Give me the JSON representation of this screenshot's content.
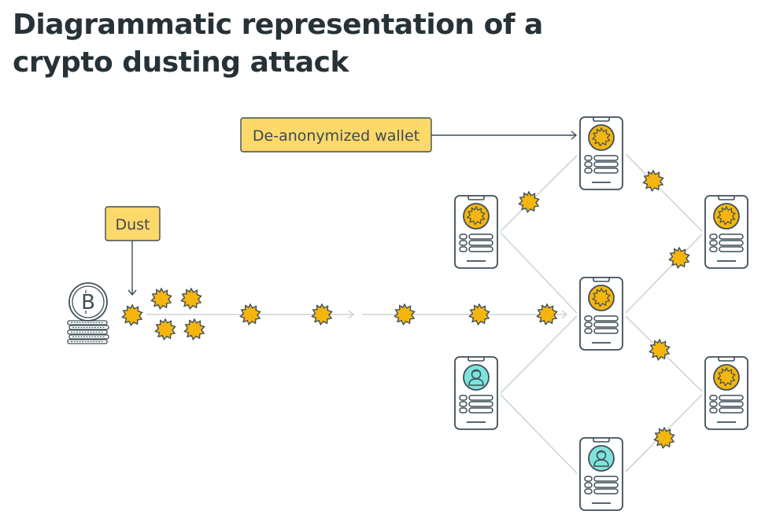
{
  "title": "Diagrammatic representation of a crypto dusting attack",
  "labels": {
    "dust": "Dust",
    "deanonymized_wallet": "De-anonymized wallet"
  },
  "colors": {
    "text": "#273238",
    "outline": "#3f4f57",
    "dust_fill": "#f5b50f",
    "label_fill": "#fdd86a",
    "user_fill": "#7fe3dc",
    "connector": "#cfd4d6"
  },
  "icons": {
    "source": "bitcoin-coin-stack-icon",
    "dust": "dust-particle-icon",
    "wallet_dusted": "phone-wallet-dusted-icon",
    "wallet_user": "phone-wallet-user-icon"
  },
  "wallets": [
    {
      "id": "wallet-top",
      "type": "dusted",
      "deanonymized": true
    },
    {
      "id": "wallet-upper-left",
      "type": "dusted"
    },
    {
      "id": "wallet-center",
      "type": "dusted"
    },
    {
      "id": "wallet-lower-left",
      "type": "user"
    },
    {
      "id": "wallet-bottom",
      "type": "user"
    },
    {
      "id": "wallet-upper-right",
      "type": "dusted"
    },
    {
      "id": "wallet-lower-right",
      "type": "dusted"
    }
  ]
}
